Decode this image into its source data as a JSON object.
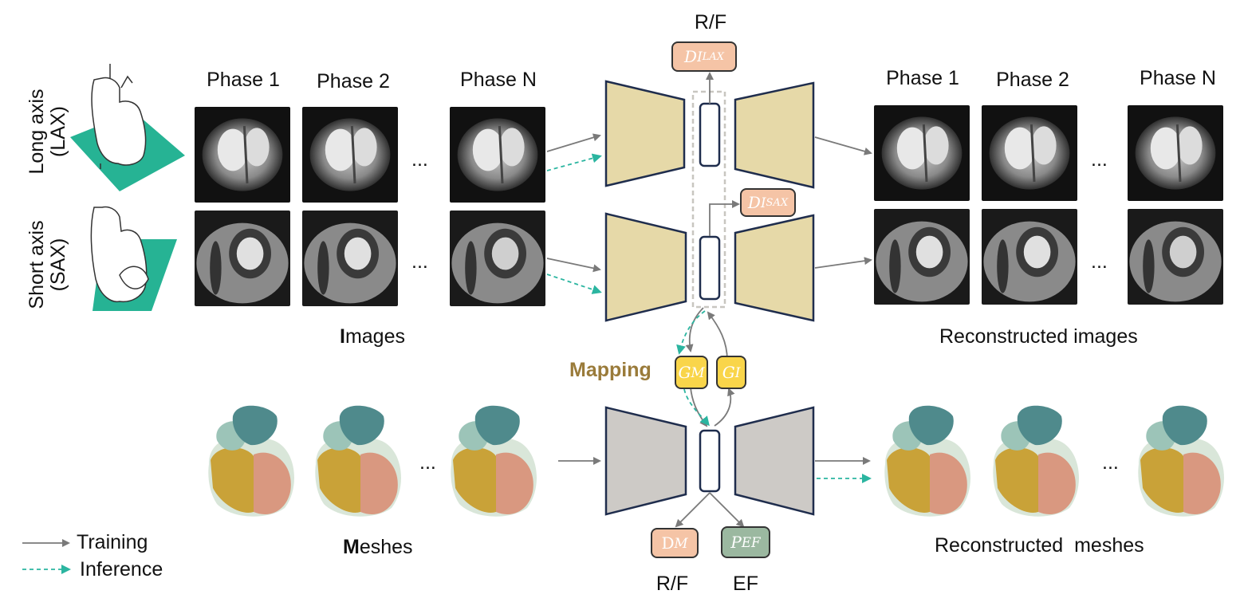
{
  "row_labels": {
    "lax_line1": "Long axis",
    "lax_line2": "(LAX)",
    "sax_line1": "Short axis",
    "sax_line2": "(SAX)"
  },
  "input_phases": [
    "Phase 1",
    "Phase 2",
    "Phase N"
  ],
  "output_phases": [
    "Phase 1",
    "Phase 2",
    "Phase N"
  ],
  "ellipsis": "...",
  "images_caption": {
    "bold": "I",
    "rest": "mages"
  },
  "reconstructed_images_caption": "Reconstructed images",
  "meshes_caption": {
    "bold": "M",
    "rest": "eshes"
  },
  "reconstructed_meshes_caption": "Reconstructed  meshes",
  "rf_top": "R/F",
  "rf_bottom": "R/F",
  "ef_bottom": "EF",
  "mapping_label": "Mapping",
  "boxes": {
    "d_lax": {
      "main": "D",
      "sub": "I",
      "sup": "LAX"
    },
    "d_sax": {
      "main": "D",
      "sub": "I",
      "sup": "SAX"
    },
    "g_m": {
      "main": "G",
      "sub": "M"
    },
    "g_i": {
      "main": "G",
      "sub": "I"
    },
    "d_m": {
      "main": "D",
      "sub": "M"
    },
    "p_ef": {
      "main": "P",
      "sub": "EF"
    }
  },
  "legend": {
    "training": "Training",
    "inference": "Inference"
  },
  "colors": {
    "encoder_image": "#e6d9a8",
    "encoder_mesh": "#cdcac6",
    "outline": "#1f2d4d",
    "training_arrow": "#7a7a7a",
    "inference_arrow": "#2bb5a0",
    "plane": "#26b394",
    "mapping_text": "#9a7b3a",
    "discriminator": "#f5c4a6",
    "generator": "#f9d54a",
    "predictor": "#9bb8a0",
    "lv": "#d99880",
    "rv": "#c9a238",
    "atria_dark": "#4f8a8c",
    "atria_light": "#9cc4b8"
  }
}
